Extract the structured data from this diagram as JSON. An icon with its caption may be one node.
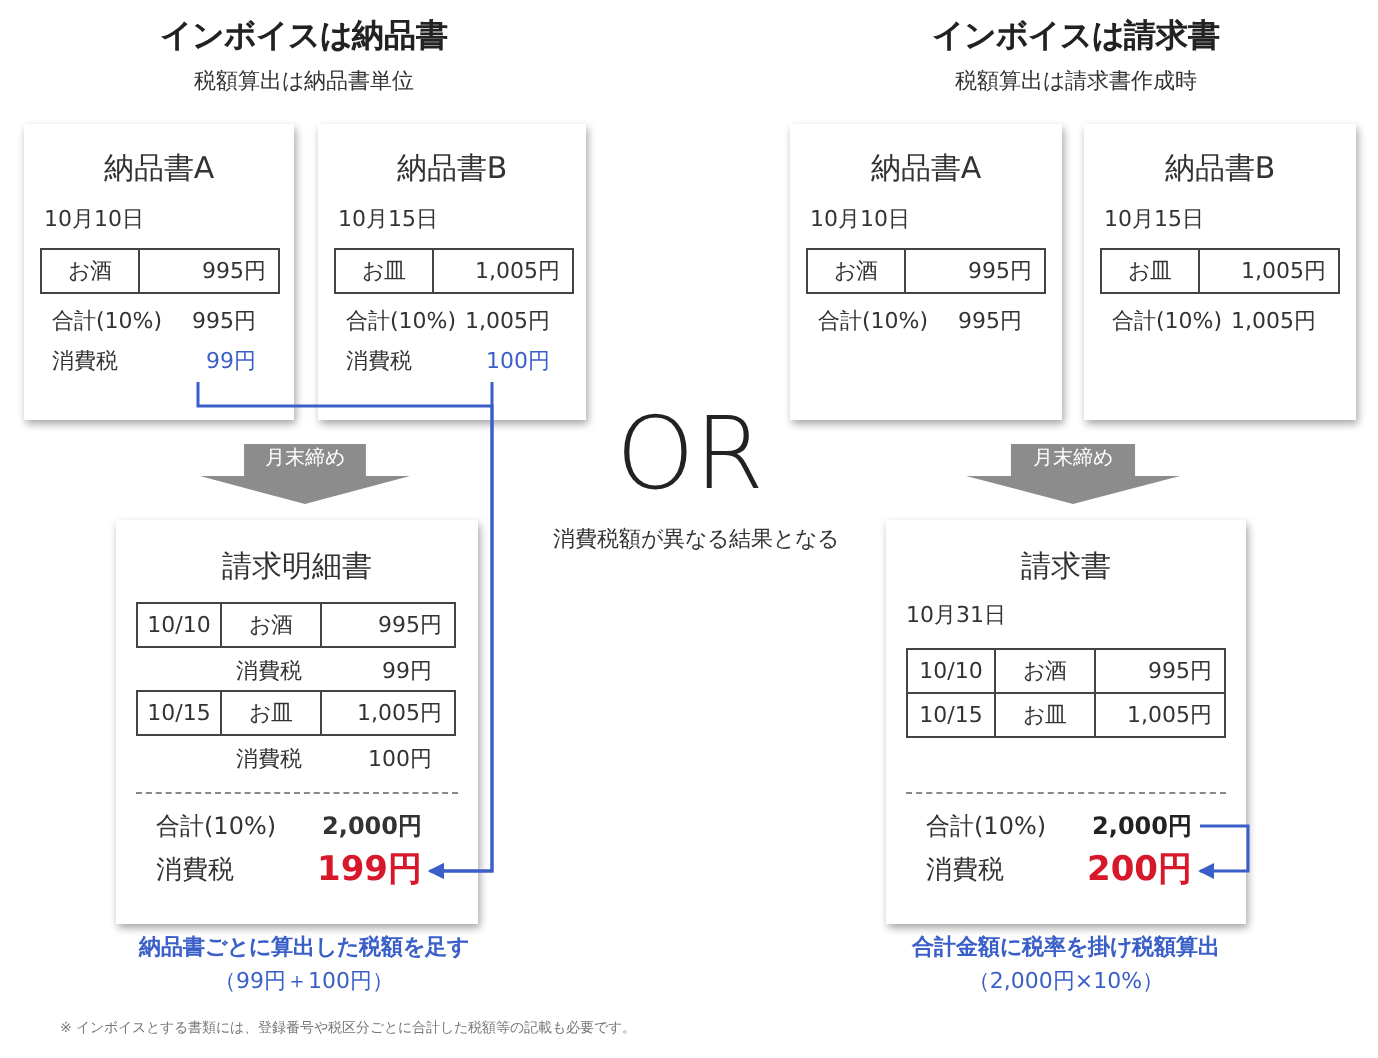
{
  "diagram": {
    "nodes": [
      {
        "text": [
          "納品書A",
          "10月10日",
          "お酒",
          "995円",
          "合計(10%)",
          "995円",
          "消費税"
        ]
      },
      {
        "text": [
          "99円"
        ],
        "in": 0
      },
      {
        "text": [
          "納品書B",
          "10月15日",
          "お皿",
          "1,005円",
          "合計(10%)",
          "1,005円",
          "消費税"
        ]
      },
      {
        "text": [
          "100円"
        ],
        "in": 2
      },
      {
        "text": [
          "月末締め"
        ]
      },
      {
        "text": [
          "請求明細書",
          "10/10",
          "お酒",
          "995円",
          "消費税",
          "99円",
          "10/15",
          "お皿",
          "1,005円",
          "消費税",
          "100円",
          "合計(10%)",
          "2,000円",
          "消費税"
        ]
      },
      {
        "text": [
          "199円"
        ],
        "in": 5
      },
      {
        "text": [
          "納品書A",
          "10月10日",
          "お酒",
          "995円",
          "合計(10%)",
          "995円"
        ]
      },
      {
        "text": [
          "納品書B",
          "10月15日",
          "お皿",
          "1,005円",
          "合計(10%)",
          "1,005円"
        ]
      },
      {
        "text": [
          "月末締め"
        ]
      },
      {
        "text": [
          "請求書",
          "10月31日",
          "10/10",
          "お酒",
          "995円",
          "10/15",
          "お皿",
          "1,005円",
          "合計(10%)",
          "消費税"
        ]
      },
      {
        "text": [
          "2,000円"
        ],
        "in": 10
      },
      {
        "text": [
          "200円"
        ],
        "in": 10
      }
    ],
    "edges": [
      {
        "from": 1,
        "to": 6,
        "arrow": "to"
      },
      {
        "from": 3,
        "to": 6,
        "arrow": "to"
      },
      {
        "from": 11,
        "to": 12,
        "arrow": "to"
      }
    ],
    "labels": [
      "インボイスは納品書",
      "税額算出は納品書単位",
      "インボイスは請求書",
      "税額算出は請求書作成時",
      "OR",
      "消費税額が異なる結果となる",
      "納品書ごとに算出した税額を足す",
      "（99円＋100円）",
      "合計金額に税率を掛け税額算出",
      "（2,000円×10%）",
      "※ インボイスとする書類には、登録番号や税区分ごとに合計した税額等の記載も必要です。"
    ]
  }
}
